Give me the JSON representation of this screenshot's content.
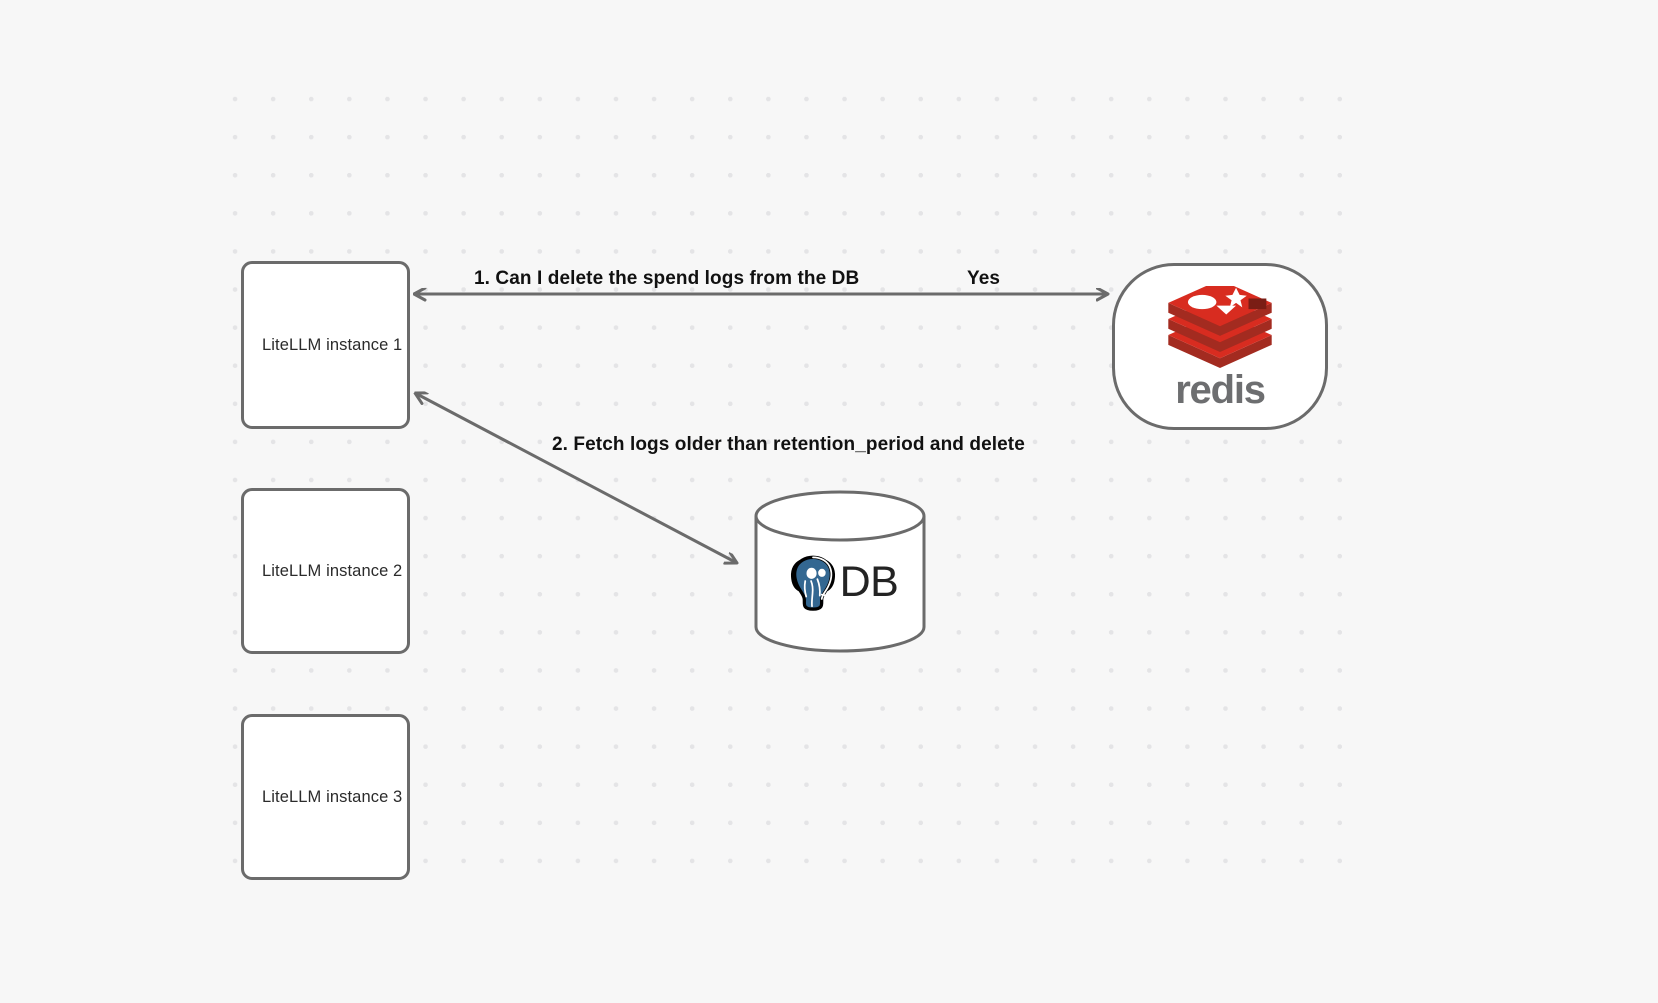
{
  "canvas": {
    "background_color": "#f7f7f7",
    "dot_color": "#e4e4e6",
    "edge_color": "#6b6b6b",
    "node_border_color": "#6b6b6b",
    "node_fill_color": "#ffffff",
    "label_color": "#111111"
  },
  "nodes": [
    {
      "id": "llm1",
      "label": "LiteLLM instance 1",
      "type": "box"
    },
    {
      "id": "llm2",
      "label": "LiteLLM instance 2",
      "type": "box"
    },
    {
      "id": "llm3",
      "label": "LiteLLM instance 3",
      "type": "box"
    },
    {
      "id": "redis",
      "label": "redis",
      "type": "rounded",
      "logo": "redis-logo",
      "logo_color": "#d82c20"
    },
    {
      "id": "db",
      "label": "DB",
      "type": "cylinder",
      "logo": "postgresql-elephant-icon",
      "logo_color": "#336791"
    }
  ],
  "edges": [
    {
      "id": "edge-1",
      "from": "llm1",
      "to": "redis",
      "label": "1.  Can I delete the spend logs from the DB",
      "reply_label": "Yes",
      "direction": "bidirectional"
    },
    {
      "id": "edge-2",
      "from": "llm1",
      "to": "db",
      "label": "2.  Fetch logs older than retention_period and delete",
      "direction": "bidirectional"
    }
  ]
}
